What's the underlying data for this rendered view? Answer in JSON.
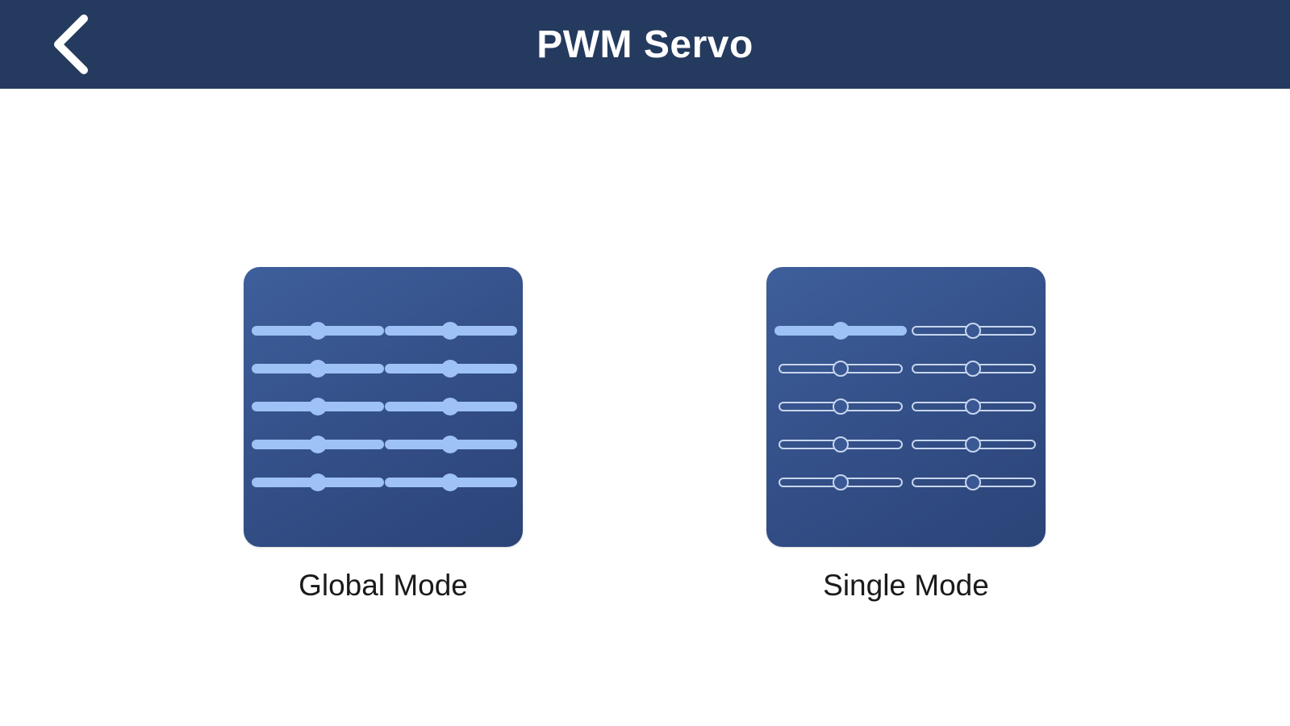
{
  "header": {
    "title": "PWM Servo",
    "back_icon": "chevron-left-icon"
  },
  "modes": [
    {
      "label": "Global Mode",
      "icon": "sliders-all-active-icon"
    },
    {
      "label": "Single Mode",
      "icon": "sliders-single-active-icon"
    }
  ],
  "colors": {
    "nav_bg": "#243a5e",
    "tile_accent": "#3a5894",
    "slider_active": "#9ec2f5",
    "slider_inactive": "#c7d6ee"
  }
}
